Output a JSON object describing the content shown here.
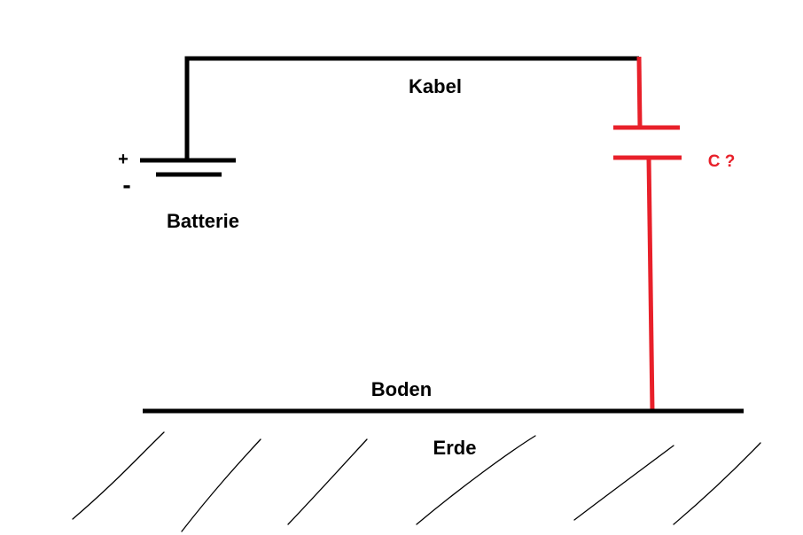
{
  "labels": {
    "cable": "Kabel",
    "battery": "Batterie",
    "battery_plus": "+",
    "battery_minus": "-",
    "capacitor": "C ?",
    "ground_surface": "Boden",
    "earth": "Erde"
  },
  "colors": {
    "wire": "#000000",
    "capacitor": "#e8202a",
    "text": "#000000",
    "capacitor_text": "#e8202a",
    "background": "#ffffff"
  }
}
